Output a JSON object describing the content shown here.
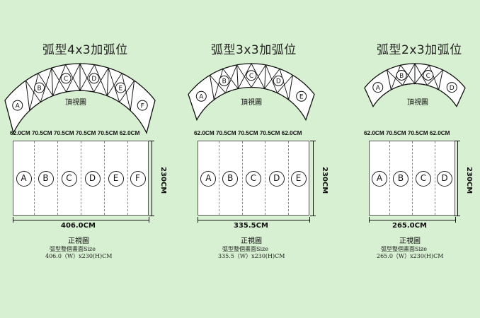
{
  "colors": {
    "background": "#d8f0d2",
    "panel": "#ffffff",
    "ink": "#111111"
  },
  "diagrams": [
    {
      "title": "弧型4x3加弧位",
      "top_view_label": "頂視圖",
      "panel_widths_text": "62.0CM  70.5CM  70.5CM 70.5CM  70.5CM 62.0CM",
      "panels": [
        "A",
        "B",
        "C",
        "D",
        "E",
        "F"
      ],
      "total_width": "406.0CM",
      "height": "230CM",
      "front_view_label": "正視圖",
      "size_label": "弧型整個畫面Size",
      "size_value": "406.0（W）x230(H)CM"
    },
    {
      "title": "弧型3x3加弧位",
      "top_view_label": "頂視圖",
      "panel_widths_text": "62.0CM  70.5CM  70.5CM  70.5CM  62.0CM",
      "panels": [
        "A",
        "B",
        "C",
        "D",
        "E"
      ],
      "total_width": "335.5CM",
      "height": "230CM",
      "front_view_label": "正視圖",
      "size_label": "弧型整個畫面Size",
      "size_value": "335.5（W）x230(H)CM"
    },
    {
      "title": "弧型2x3加弧位",
      "top_view_label": "頂視圖",
      "panel_widths_text": "62.0CM  70.5CM  70.5CM  62.0CM",
      "panels": [
        "A",
        "B",
        "C",
        "D"
      ],
      "total_width": "265.0CM",
      "height": "230CM",
      "front_view_label": "正視圖",
      "size_label": "弧型整個畫面Size",
      "size_value": "265.0（W）x230(H)CM"
    }
  ]
}
